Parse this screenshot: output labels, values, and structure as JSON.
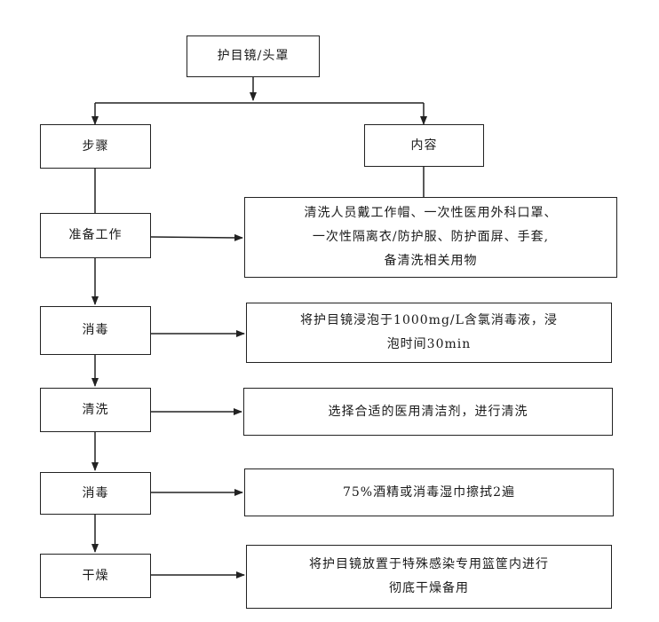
{
  "title": "护目镜/头罩",
  "headers": {
    "steps": "步骤",
    "content": "内容"
  },
  "rows": [
    {
      "step": "准备工作",
      "content": [
        "清洗人员戴工作帽、一次性医用外科口罩、",
        "一次性隔离衣/防护服、防护面屏、手套,",
        "备清洗相关用物"
      ]
    },
    {
      "step": "消毒",
      "content": [
        "将护目镜浸泡于1000mg/L含氯消毒液，浸",
        "泡时间30min"
      ]
    },
    {
      "step": "清洗",
      "content": [
        "选择合适的医用清洁剂，进行清洗"
      ]
    },
    {
      "step": "消毒",
      "content": [
        "75%酒精或消毒湿巾擦拭2遍"
      ]
    },
    {
      "step": "干燥",
      "content": [
        "将护目镜放置于特殊感染专用篮筐内进行",
        "彻底干燥备用"
      ]
    }
  ]
}
